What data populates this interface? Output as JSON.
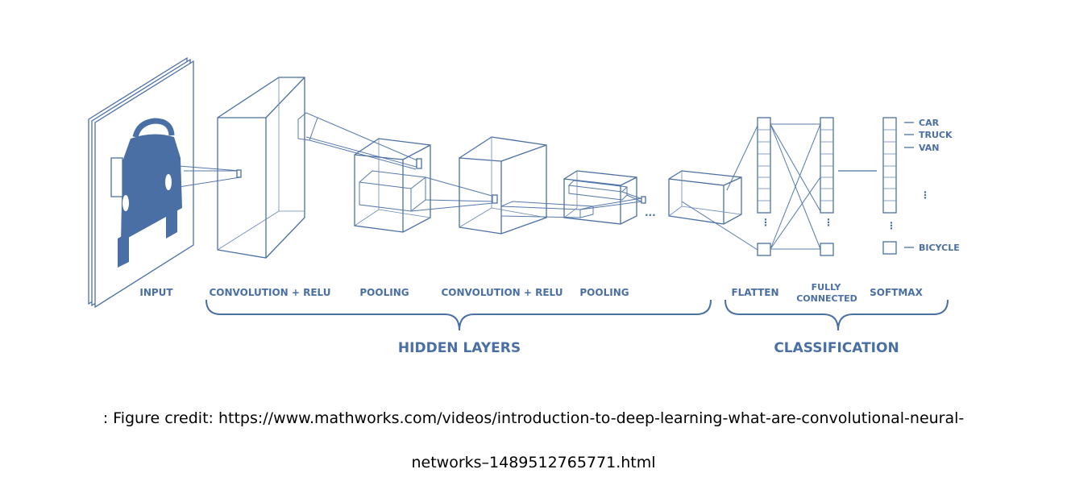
{
  "labels": {
    "input": "INPUT",
    "conv1": "CONVOLUTION + RELU",
    "pool1": "POOLING",
    "conv2": "CONVOLUTION + RELU",
    "pool2": "POOLING",
    "flatten": "FLATTEN",
    "fully_1": "FULLY",
    "fully_2": "CONNECTED",
    "softmax": "SOFTMAX",
    "ellipsis": "..."
  },
  "outputs": [
    "CAR",
    "TRUCK",
    "VAN",
    "BICYCLE"
  ],
  "groups": {
    "hidden": "HIDDEN LAYERS",
    "classification": "CLASSIFICATION"
  },
  "caption": {
    "line1": ": Figure credit: https://www.mathworks.com/videos/introduction-to-deep-learning-what-are-convolutional-neural-",
    "line2": "networks–1489512765771.html"
  },
  "colors": {
    "diagram": "#4a6fa5",
    "caption": "#000000"
  }
}
